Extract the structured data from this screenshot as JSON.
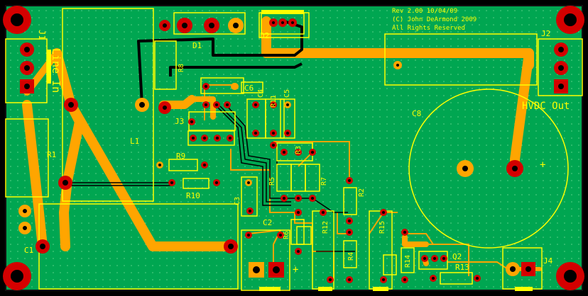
{
  "header": {
    "line1": "Rev 2.00 10/04/09",
    "line2": "(C) John DeArmond 2009",
    "line3": "All Rights Reserved"
  },
  "labels": {
    "line_in": "Line In",
    "hvdc_out": "HVDC Out",
    "j1": "J1",
    "j2": "J2",
    "j3": "J3",
    "j4": "J4",
    "d1": "D1",
    "d2": "D2",
    "l1": "L1",
    "r1": "R1",
    "r2": "R2",
    "r3": "R3",
    "r4": "R4",
    "r5": "R5",
    "r6": "R6",
    "r7": "R7",
    "r8": "R8",
    "r9": "R9",
    "r10": "R10",
    "r11": "R11",
    "r12": "R12",
    "r13": "R13",
    "r14": "R14",
    "r15": "R15",
    "c1": "C1",
    "c2": "C2",
    "c3": "C3",
    "c4": "C4",
    "c5": "C5",
    "c6": "C6",
    "c8": "C8",
    "q2": "Q2",
    "plus_c8": "+",
    "plus_c2": "+"
  },
  "colors": {
    "board": "#00a651",
    "trace": "#ffa500",
    "silk": "#ffff00",
    "pad": "#d40000",
    "wire": "#000000"
  }
}
